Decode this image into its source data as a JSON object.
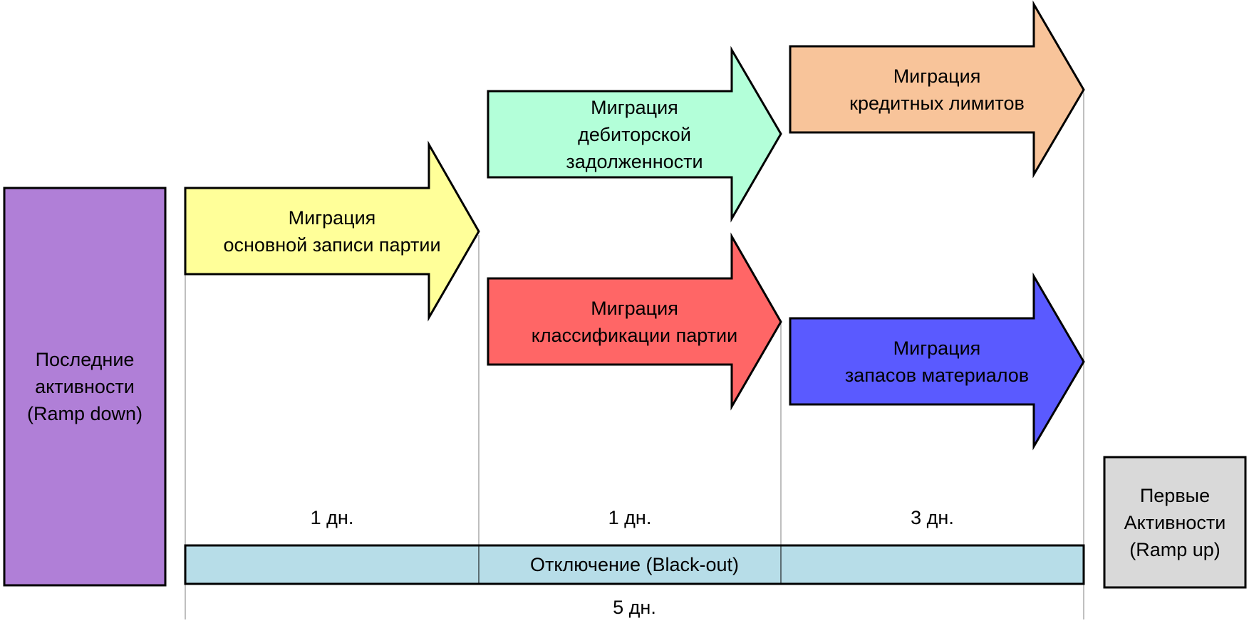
{
  "colors": {
    "ramp_down": "#B07FD7",
    "ramp_up": "#D9D9D9",
    "blackout": "#B7DDE8",
    "party_master": "#FFFF99",
    "receivables": "#B3FFD9",
    "credit_limits": "#F8C49A",
    "party_classification": "#FF6666",
    "material_stock": "#5A5AFF",
    "outline": "#000000",
    "guide": "#7F7F7F"
  },
  "ramp_down": {
    "label": "Последние\nактивности\n(Ramp down)"
  },
  "ramp_up": {
    "label": "Первые\nАктивности\n(Ramp up)"
  },
  "blackout": {
    "label": "Отключение (Black-out)",
    "total": "5 дн."
  },
  "phases": [
    {
      "duration": "1 дн."
    },
    {
      "duration": "1 дн."
    },
    {
      "duration": "3 дн."
    }
  ],
  "arrows": {
    "party_master": {
      "label": "Миграция\nосновной записи партии",
      "icon": "arrow-right"
    },
    "receivables": {
      "label": "Миграция\nдебиторской\nзадолженности",
      "icon": "arrow-right"
    },
    "credit_limits": {
      "label": "Миграция\nкредитных лимитов",
      "icon": "arrow-right"
    },
    "party_classification": {
      "label": "Миграция\nклассификации партии",
      "icon": "arrow-right"
    },
    "material_stock": {
      "label": "Миграция\nзапасов материалов",
      "icon": "arrow-right"
    }
  }
}
